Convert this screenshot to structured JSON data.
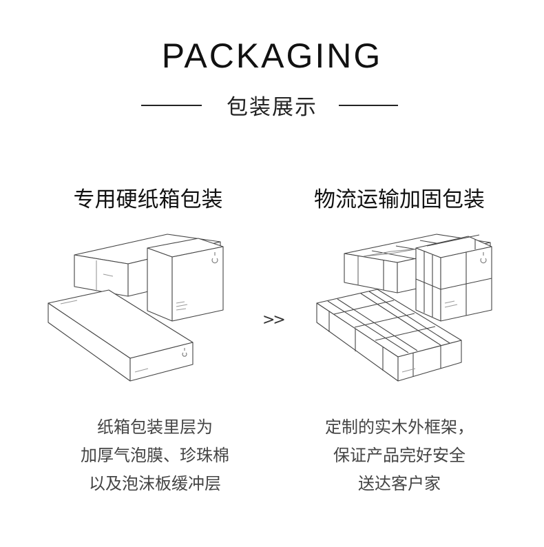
{
  "header": {
    "title": "PACKAGING",
    "subtitle": "包装展示"
  },
  "left_column": {
    "heading": "专用硬纸箱包装",
    "description_lines": [
      "纸箱包装里层为",
      "加厚气泡膜、珍珠棉",
      "以及泡沫板缓冲层"
    ]
  },
  "right_column": {
    "heading": "物流运输加固包装",
    "description_lines": [
      "定制的实木外框架，",
      "保证产品完好安全",
      "送达客户家"
    ]
  },
  "divider_arrow": ">>",
  "colors": {
    "text": "#111111",
    "line": "#222222",
    "background": "#ffffff"
  }
}
